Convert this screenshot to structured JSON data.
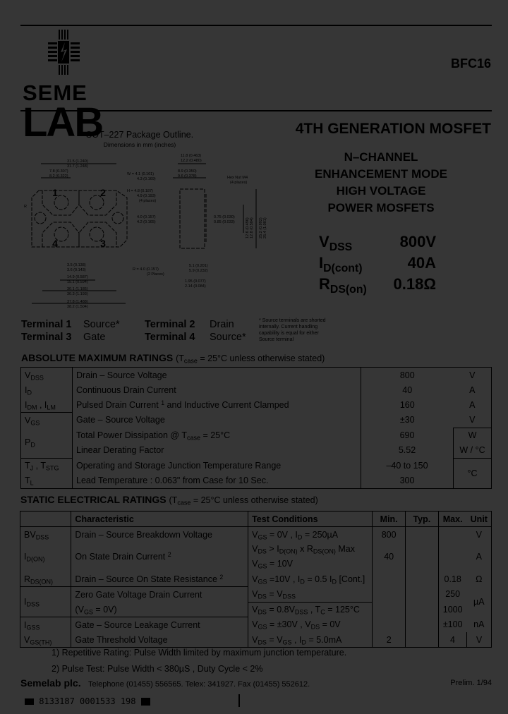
{
  "header": {
    "logo_line1": "SEME",
    "logo_line2": "LAB",
    "part_number": "BFC16",
    "title": "4TH GENERATION MOSFET"
  },
  "features": [
    "N–CHANNEL",
    "ENHANCEMENT MODE",
    "HIGH VOLTAGE",
    "POWER MOSFETS"
  ],
  "key_specs": [
    {
      "sym": "V",
      "sub": "DSS",
      "value": "800V"
    },
    {
      "sym": "I",
      "sub": "D(cont)",
      "value": "40A"
    },
    {
      "sym": "R",
      "sub": "DS(on)",
      "value": "0.18Ω"
    }
  ],
  "package": {
    "title": "SOT–227 Package Outline.",
    "subtitle": "Dimensions in mm (inches)",
    "pins": [
      "1",
      "2",
      "3",
      "4"
    ],
    "dims": {
      "overall_top": [
        "31.5 (1.240)",
        "31.7 (1.248)"
      ],
      "pin_offset": [
        "7.8 (0.307)",
        "8.2 (0.322)"
      ],
      "w": [
        "W = 4.1 (0.161)",
        "4.3 (0.169)"
      ],
      "h": [
        "H = 4.8 (0.187)",
        "4.9 (0.193)",
        "(4 places)"
      ],
      "hole": [
        "4.0 (0.157)",
        "4.2 (0.165)"
      ],
      "r_left": "R",
      "side_top": [
        "11.8 (0.463)",
        "12.2 (0.480)"
      ],
      "side_inner": [
        "8.9 (0.350)",
        "9.6 (0.378)"
      ],
      "hex_nut": [
        "Hex Nut M4",
        "(4 places)"
      ],
      "lead": [
        "0.75 (0.030)",
        "0.85 (0.033)"
      ],
      "height_inner": [
        "12.6 (0.496)",
        "12.8 (0.504)"
      ],
      "height_outer": [
        "25.2 (0.992)",
        "25.4 (1.001)"
      ],
      "side_bottom": [
        "5.1 (0.201)",
        "5.9 (0.232)"
      ],
      "side_base": [
        "1.95 (0.077)",
        "2.14 (0.084)"
      ],
      "center": [
        "3.5 (0.138)",
        "3.6 (0.143)"
      ],
      "radius": [
        "R = 4.0 (0.157)",
        "(2 Places)"
      ],
      "pitch": [
        "14.9 (0.587)",
        "15.1 (0.594)"
      ],
      "mount": [
        "30.1 (1.185)",
        "30.3 (1.193)"
      ],
      "overall": [
        "37.8 (1.488)",
        "38.2 (1.504)"
      ]
    }
  },
  "terminals": [
    {
      "label": "Terminal 1",
      "value": "Source*"
    },
    {
      "label": "Terminal 2",
      "value": "Drain"
    },
    {
      "label": "Terminal 3",
      "value": "Gate"
    },
    {
      "label": "Terminal 4",
      "value": "Source*"
    }
  ],
  "terminal_note": [
    "* Source terminals are shorted",
    "internally. Current handling",
    "capability is equal for either",
    "Source terminal"
  ],
  "abs_max": {
    "title": "ABSOLUTE MAXIMUM RATINGS",
    "condition": [
      [
        "(T",
        "case"
      ],
      " = 25°C unless otherwise stated)"
    ],
    "rows": [
      {
        "sym": [
          [
            "V",
            "DSS"
          ]
        ],
        "param": [
          "Drain – Source Voltage"
        ],
        "value": "800",
        "unit": "V"
      },
      {
        "sym": [
          [
            "I",
            "D"
          ]
        ],
        "param": [
          "Continuous Drain Current"
        ],
        "value": "40",
        "unit": "A"
      },
      {
        "sym": [
          [
            "I",
            "DM"
          ],
          " , ",
          [
            "I",
            "LM"
          ]
        ],
        "param": [
          "Pulsed Drain Current ",
          [
            "^",
            "1"
          ],
          " and Inductive Current Clamped"
        ],
        "value": "160",
        "unit": "A"
      },
      {
        "sym": [
          [
            "V",
            "GS"
          ]
        ],
        "param": [
          "Gate – Source Voltage"
        ],
        "value": "±30",
        "unit": "V"
      },
      {
        "sym": [
          [
            "P",
            "D"
          ]
        ],
        "param": [
          "Total Power Dissipation @ ",
          [
            "T",
            "case"
          ],
          " = 25°C"
        ],
        "value": "690",
        "unit": "W"
      },
      {
        "sym": [],
        "param": [
          "Linear Derating Factor"
        ],
        "value": "5.52",
        "unit": "W / °C"
      },
      {
        "sym": [
          [
            "T",
            "J"
          ],
          " , ",
          [
            "T",
            "STG"
          ]
        ],
        "param": [
          "Operating and Storage Junction Temperature Range"
        ],
        "value": "–40 to 150",
        "unit": "°C"
      },
      {
        "sym": [
          [
            "T",
            "L"
          ]
        ],
        "param": [
          "Lead Temperature : 0.063\" from Case for 10 Sec."
        ],
        "value": "300",
        "unit": ""
      }
    ]
  },
  "static": {
    "title": "STATIC ELECTRICAL RATINGS",
    "condition": [
      [
        "(T",
        "case"
      ],
      " = 25°C unless otherwise stated)"
    ],
    "headers": [
      "Characteristic",
      "Test Conditions",
      "Min.",
      "Typ.",
      "Max.",
      "Unit"
    ],
    "rows": [
      {
        "sym": [
          [
            "BV",
            "DSS"
          ]
        ],
        "char": [
          "Drain – Source Breakdown Voltage"
        ],
        "cond": [
          [
            "V",
            "GS"
          ],
          " = 0V , ",
          [
            "I",
            "D"
          ],
          " = 250µA"
        ],
        "min": "800",
        "typ": "",
        "max": "",
        "unit": "V"
      },
      {
        "sym": [
          [
            "I",
            "D(ON)"
          ]
        ],
        "char": [
          "On State Drain Current ",
          [
            "^",
            "2"
          ]
        ],
        "cond": [
          [
            "V",
            "DS"
          ],
          " > ",
          [
            "I",
            "D(ON)"
          ],
          " x ",
          [
            "R",
            "DS(ON)"
          ],
          " Max"
        ],
        "cond2": [
          [
            "V",
            "GS"
          ],
          " = 10V"
        ],
        "min": "40",
        "typ": "",
        "max": "",
        "unit": "A"
      },
      {
        "sym": [
          [
            "R",
            "DS(ON)"
          ]
        ],
        "char": [
          "Drain – Source On State Resistance ",
          [
            "^",
            "2"
          ]
        ],
        "cond": [
          [
            "V",
            "GS"
          ],
          " =10V , ",
          [
            "I",
            "D"
          ],
          " = 0.5 ",
          [
            "I",
            "D"
          ],
          " [Cont.]"
        ],
        "min": "",
        "typ": "",
        "max": "0.18",
        "unit": "Ω"
      },
      {
        "sym": [
          [
            "I",
            "DSS"
          ]
        ],
        "char": [
          "Zero Gate Voltage Drain Current"
        ],
        "char2": [
          "(",
          [
            "V",
            "GS"
          ],
          " = 0V)"
        ],
        "cond": [
          [
            "V",
            "DS"
          ],
          " = ",
          [
            "V",
            "DSS"
          ]
        ],
        "cond2": [
          [
            "V",
            "DS"
          ],
          " = 0.8",
          [
            "V",
            "DSS"
          ],
          " , ",
          [
            "T",
            "C"
          ],
          " = 125°C"
        ],
        "min": "",
        "typ": "",
        "max": "250",
        "max2": "1000",
        "unit": "µA"
      },
      {
        "sym": [
          [
            "I",
            "GSS"
          ]
        ],
        "char": [
          "Gate – Source Leakage Current"
        ],
        "cond": [
          [
            "V",
            "GS"
          ],
          " = ±30V , ",
          [
            "V",
            "DS"
          ],
          " = 0V"
        ],
        "min": "",
        "typ": "",
        "max": "±100",
        "unit": "nA"
      },
      {
        "sym": [
          [
            "V",
            "GS(TH)"
          ]
        ],
        "char": [
          "Gate Threshold Voltage"
        ],
        "cond": [
          [
            "V",
            "DS"
          ],
          " = ",
          [
            "V",
            "GS"
          ],
          " , ",
          [
            "I",
            "D"
          ],
          " = 5.0mA"
        ],
        "min": "2",
        "typ": "",
        "max": "4",
        "unit": "V"
      }
    ]
  },
  "notes": [
    "1) Repetitive Rating: Pulse Width limited by maximum junction temperature.",
    "2) Pulse Test: Pulse Width < 380µS , Duty Cycle < 2%"
  ],
  "footer": {
    "company": "Semelab plc.",
    "contact": "Telephone (01455) 556565. Telex: 341927. Fax (01455) 552612.",
    "revision": "Prelim. 1/94",
    "barcode_text": "8133187 0001533 198"
  }
}
